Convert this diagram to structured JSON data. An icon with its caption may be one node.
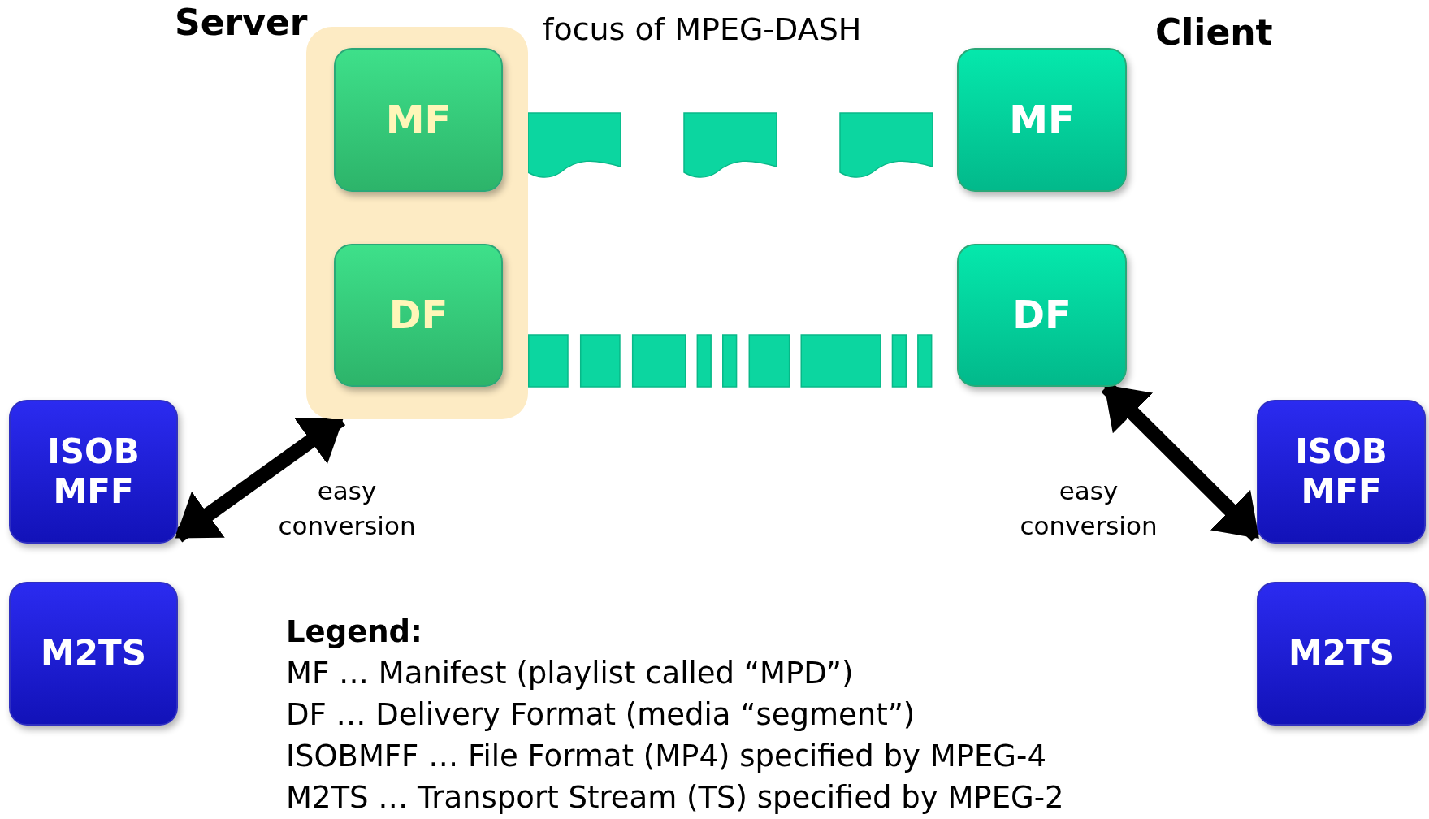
{
  "diagram": {
    "nodes": [
      {
        "text": [],
        "shape": "box",
        "beside": [
          "focus of MPEG-DASH"
        ]
      },
      {
        "text": [
          "MF"
        ],
        "in": 0
      },
      {
        "text": [
          "DF"
        ],
        "in": 0
      },
      {
        "text": [
          "MF"
        ]
      },
      {
        "text": [
          "DF"
        ]
      },
      {
        "text": [
          "ISOB MFF"
        ]
      },
      {
        "text": [
          "M2TS"
        ]
      },
      {
        "text": [
          "ISOB MFF"
        ]
      },
      {
        "text": [
          "M2TS"
        ]
      }
    ],
    "edges": [
      {
        "from": 0,
        "to": 5,
        "arrow": "both",
        "label": "easy conversion"
      },
      {
        "from": 4,
        "to": 7,
        "arrow": "both",
        "label": "easy conversion"
      }
    ],
    "labels": [
      "Server",
      "Client",
      "Legend:",
      "MF … Manifest (playlist called “MPD”)",
      "DF … Delivery Format (media “segment”)",
      "ISOBMFF … File Format (MP4) specified by MPEG-4",
      "M2TS … Transport Stream (TS) specified by MPEG-2"
    ]
  }
}
